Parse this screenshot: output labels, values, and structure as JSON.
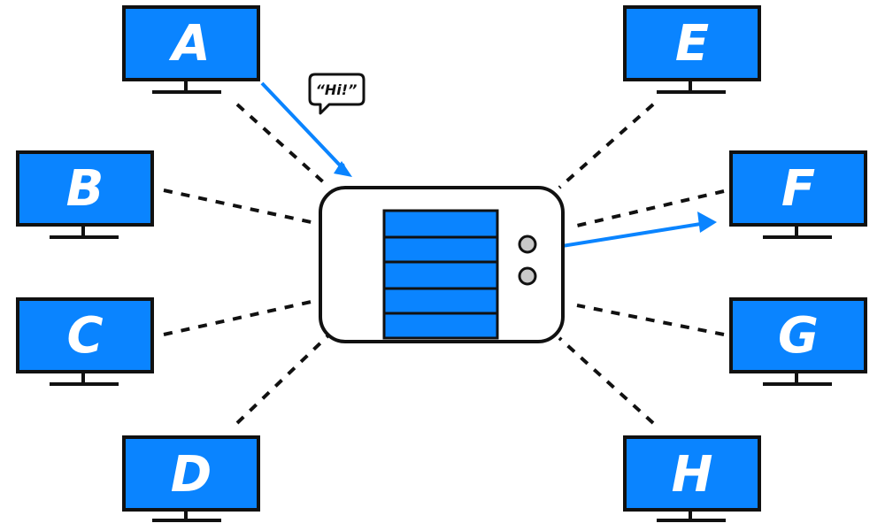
{
  "diagram": {
    "computers": [
      {
        "label": "A"
      },
      {
        "label": "B"
      },
      {
        "label": "C"
      },
      {
        "label": "D"
      },
      {
        "label": "E"
      },
      {
        "label": "F"
      },
      {
        "label": "G"
      },
      {
        "label": "H"
      }
    ],
    "message": "“Hi!”",
    "colors": {
      "accent": "#0a84ff",
      "outline": "#111111",
      "hub_fill": "#ffffff",
      "indicator": "#c8c8c8"
    }
  }
}
